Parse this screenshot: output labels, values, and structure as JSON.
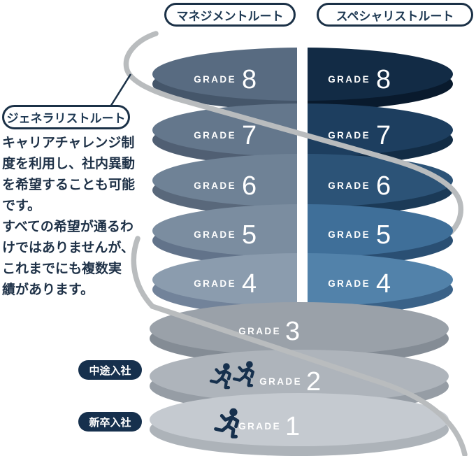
{
  "routes": {
    "management": "マネジメントルート",
    "specialist": "スペシャリストルート",
    "generalist": "ジェネラリストルート"
  },
  "entry_labels": {
    "mid_career": "中途入社",
    "new_grad": "新卒入社"
  },
  "description_lines": [
    "キャリアチャレンジ制",
    "度を利用し、社内異動",
    "を希望することも可能",
    "です。",
    "すべての希望が通るわ",
    "けではありませんが、",
    "これまでにも複数実",
    "績があります。"
  ],
  "grade_word": "GRADE",
  "discs": [
    {
      "number": "8",
      "split": true,
      "left_top": "#586b81",
      "left_rim": "#45566a",
      "right_top": "#122b45",
      "right_rim": "#091a2d"
    },
    {
      "number": "7",
      "split": true,
      "left_top": "#64778c",
      "left_rim": "#505f73",
      "right_top": "#1d3e5f",
      "right_rim": "#122c45"
    },
    {
      "number": "6",
      "split": true,
      "left_top": "#6f8296",
      "left_rim": "#59687b",
      "right_top": "#2c5377",
      "right_rim": "#1b3a57"
    },
    {
      "number": "5",
      "split": true,
      "left_top": "#7b8da0",
      "left_rim": "#62738a",
      "right_top": "#3f6f99",
      "right_rim": "#2a4f73"
    },
    {
      "number": "4",
      "split": true,
      "left_top": "#8b9cae",
      "left_rim": "#72839a",
      "right_top": "#5282aa",
      "right_rim": "#3a6288"
    },
    {
      "number": "3",
      "split": false,
      "top": "#9aa1a9",
      "rim": "#848c95"
    },
    {
      "number": "2",
      "split": false,
      "top": "#aeb4bb",
      "rim": "#969da5"
    },
    {
      "number": "1",
      "split": false,
      "top": "#c5cad0",
      "rim": "#adb3b9"
    }
  ],
  "icons": {
    "grade_2": "double-runner-icon",
    "grade_1": "runner-icon"
  },
  "colors": {
    "spiral_line": "#b9bcbe",
    "navy": "#16304d",
    "pill_border": "#1b3147",
    "text_navy": "#1e3147",
    "disc_label_text": "#ffffff",
    "background": "#ffffff"
  }
}
